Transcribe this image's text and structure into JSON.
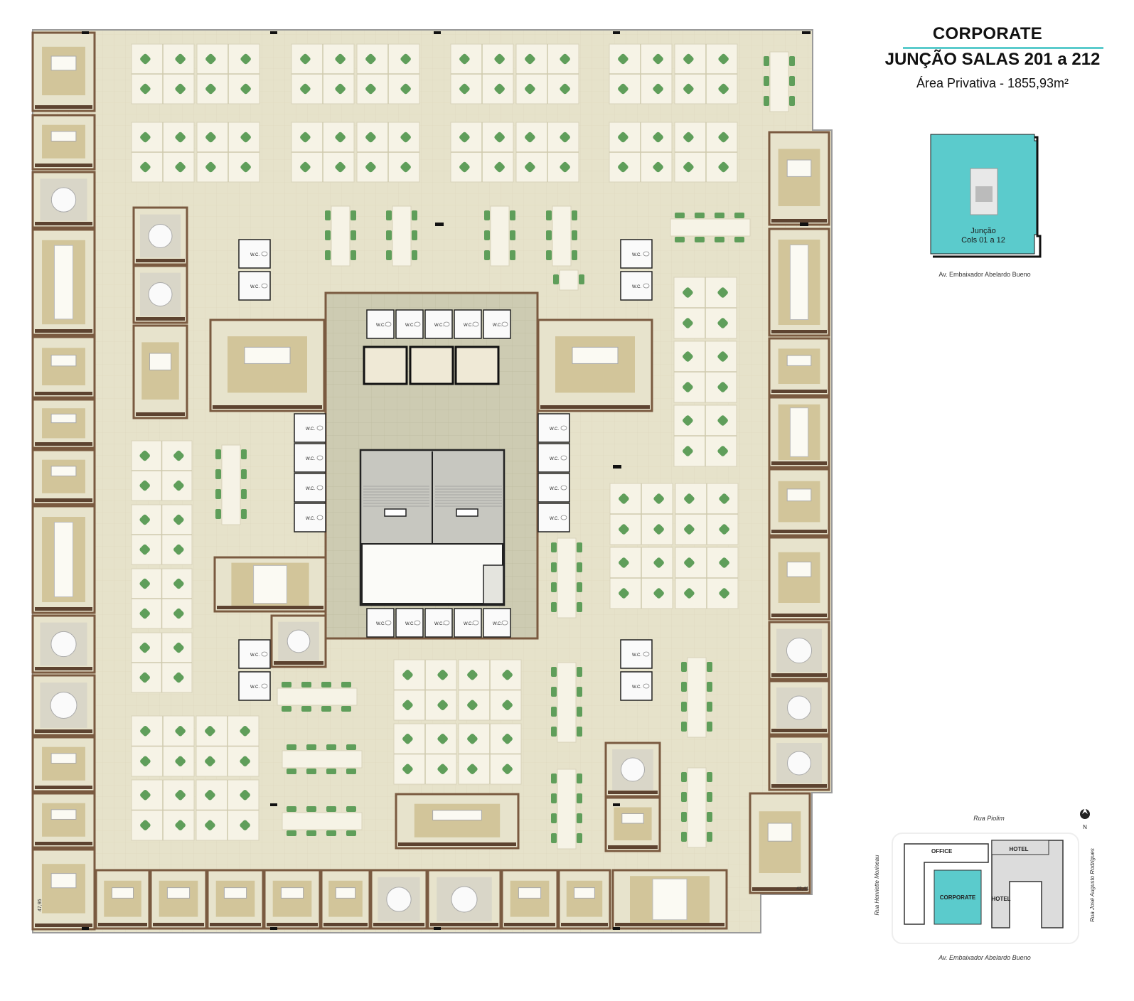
{
  "header": {
    "title": "CORPORATE",
    "subtitle": "JUNÇÃO SALAS 201 a 212",
    "area": "Área Privativa - 1855,93m²"
  },
  "key_plan": {
    "unit_label_line1": "Junção",
    "unit_label_line2": "Cols 01 a 12",
    "street": "Av. Embaixador Abelardo Bueno",
    "highlight_color": "#5bcbcc"
  },
  "site_map": {
    "street_top": "Rua Piolim",
    "street_bottom": "Av. Embaixador Abelardo Bueno",
    "street_left": "Rua Henriette Morineau",
    "street_right": "Rua José Augusto Rodrigues",
    "north": "N",
    "blocks": {
      "office": "OFFICE",
      "corporate": "CORPORATE",
      "hotel_top": "HOTEL",
      "hotel_mid": "HOTEL"
    }
  },
  "plan": {
    "wc_label": "W.C.",
    "dim_right": "42,41",
    "dim_left": "47,95",
    "colors": {
      "floor": "#e3dfc6",
      "wall": "#7a5a40",
      "desk": "#f6f3e6",
      "chair": "#5f9e5a",
      "core": "#c9c8b0",
      "rug": "#d2c59a"
    }
  }
}
